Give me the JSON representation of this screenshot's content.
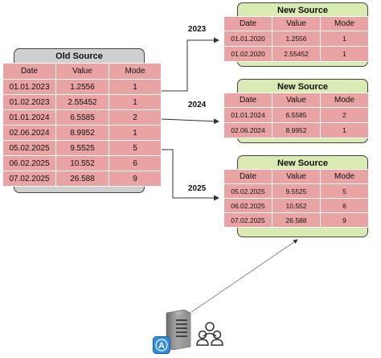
{
  "old_source": {
    "title": "Old Source",
    "headers": [
      "Date",
      "Value",
      "Mode"
    ],
    "rows": [
      [
        "01.01.2023",
        "1.2556",
        "1"
      ],
      [
        "01.02.2023",
        "2.55452",
        "1"
      ],
      [
        "01.01.2024",
        "6.5585",
        "2"
      ],
      [
        "02.06.2024",
        "8.9952",
        "1"
      ],
      [
        "05.02.2025",
        "9.5525",
        "5"
      ],
      [
        "06.02.2025",
        "10.552",
        "6"
      ],
      [
        "07.02.2025",
        "26.588",
        "9"
      ]
    ]
  },
  "new_sources": [
    {
      "title": "New Source",
      "year_label": "2023",
      "headers": [
        "Date",
        "Value",
        "Mode"
      ],
      "rows": [
        [
          "01.01.2020",
          "1.2556",
          "1"
        ],
        [
          "01.02.2020",
          "2.55452",
          "1"
        ]
      ]
    },
    {
      "title": "New Source",
      "year_label": "2024",
      "headers": [
        "Date",
        "Value",
        "Mode"
      ],
      "rows": [
        [
          "01.01.2024",
          "6.5585",
          "2"
        ],
        [
          "02.06.2024",
          "8.9952",
          "1"
        ]
      ]
    },
    {
      "title": "New Source",
      "year_label": "2025",
      "headers": [
        "Date",
        "Value",
        "Mode"
      ],
      "rows": [
        [
          "05.02.2025",
          "9.5525",
          "5"
        ],
        [
          "06.02.2025",
          "10.552",
          "6"
        ],
        [
          "07.02.2025",
          "26.588",
          "9"
        ]
      ]
    }
  ],
  "icons": {
    "server": "server-icon",
    "app_badge": "app-badge-icon",
    "app_badge_letter": "A",
    "users": "users-icon"
  },
  "colors": {
    "old_panel": "#cfcfcf",
    "new_panel": "#d9eab3",
    "cell": "#eaa3a3"
  }
}
